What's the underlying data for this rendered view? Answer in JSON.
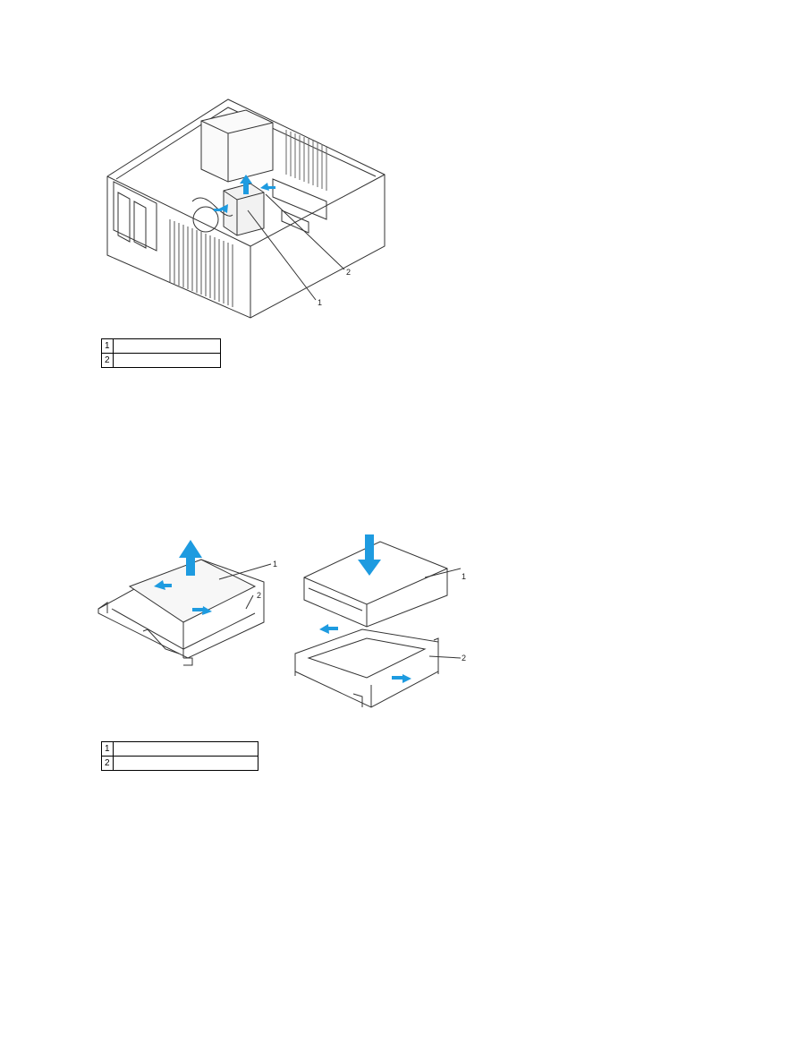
{
  "figure1": {
    "callouts": [
      "1",
      "2"
    ],
    "legend": [
      {
        "num": "1",
        "text": ""
      },
      {
        "num": "2",
        "text": ""
      }
    ]
  },
  "figure2": {
    "callouts": [
      "1",
      "2",
      "1",
      "2"
    ],
    "legend": [
      {
        "num": "1",
        "text": ""
      },
      {
        "num": "2",
        "text": ""
      }
    ]
  },
  "colors": {
    "arrow": "#1e9be0",
    "line": "#333333"
  }
}
